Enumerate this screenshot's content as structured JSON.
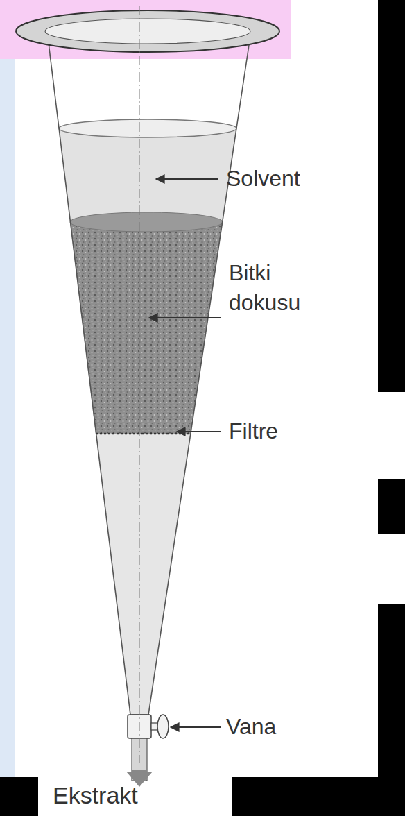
{
  "diagram": {
    "labels": [
      "Solvent",
      "Bitki dokusu",
      "Filtre",
      "Vana",
      "Ekstrakt"
    ]
  }
}
